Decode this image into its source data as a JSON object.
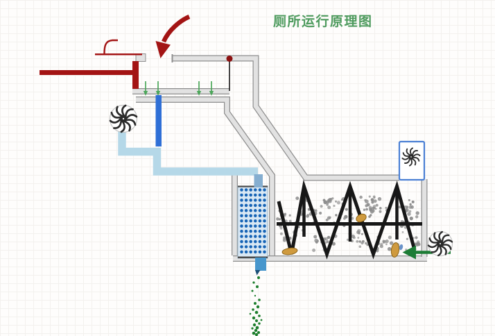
{
  "title": {
    "text": "厕所运行原理图"
  },
  "colors": {
    "bg": "#fefdfc",
    "grid": "#f3f1ee",
    "wallEdge": "#8f8f8f",
    "wallFill": "#e2e2e2",
    "red": "#a31414",
    "redDark": "#8c1010",
    "titleGreen": "#4e9b5e",
    "arrowGreen": "#4ca65a",
    "darkGreen": "#1c7c35",
    "dropGreen": "#1d7e2d",
    "paleBlue": "#b5d8e8",
    "brightBlue": "#2f6fd6",
    "pipeBlue": "#4796cc",
    "boxPipeBlue": "#85aed0",
    "drainTip": "#1c5078",
    "filterFill": "#d9e8f4",
    "filterDot": "#1663b5",
    "ventBoxBlue": "#4a7fd4",
    "black": "#171717",
    "gravel": "#8d8d8d",
    "tan": "#cf9a3e",
    "tanEdge": "#8a6215",
    "debrisBlue": "#6a93c9",
    "fanDark": "#2b2b2b"
  },
  "icons": [
    {
      "name": "exhaust-fan-icon",
      "shape": "pinwheel"
    },
    {
      "name": "vent-fan-icon",
      "shape": "pinwheel"
    },
    {
      "name": "aeration-fan-icon",
      "shape": "pinwheel"
    }
  ]
}
